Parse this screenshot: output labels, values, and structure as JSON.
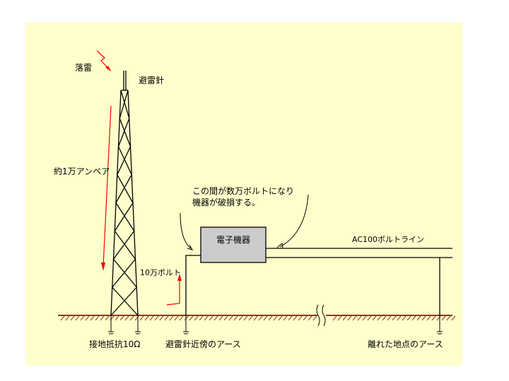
{
  "labels": {
    "lightning": "落雷",
    "rod": "避雷針",
    "current": "約1万アンペア",
    "voltage_rise": "10万ボルト",
    "note_line1": "この間が数万ボルトになり",
    "note_line2": "機器が破損する。",
    "device": "電子機器",
    "power_line": "AC100ボルトライン",
    "ground_resistance": "接地抵抗10Ω",
    "earth_near_rod": "避雷針近傍のアース",
    "earth_remote": "離れた地点のアース"
  },
  "colors": {
    "background": "#ffffcc",
    "ground": "#8b3a1a",
    "arrow_red": "#ff0000",
    "device_fill": "#cccccc",
    "line": "#000000"
  },
  "icons": [
    "lightning-bolt",
    "ground-symbol",
    "break-mark"
  ]
}
